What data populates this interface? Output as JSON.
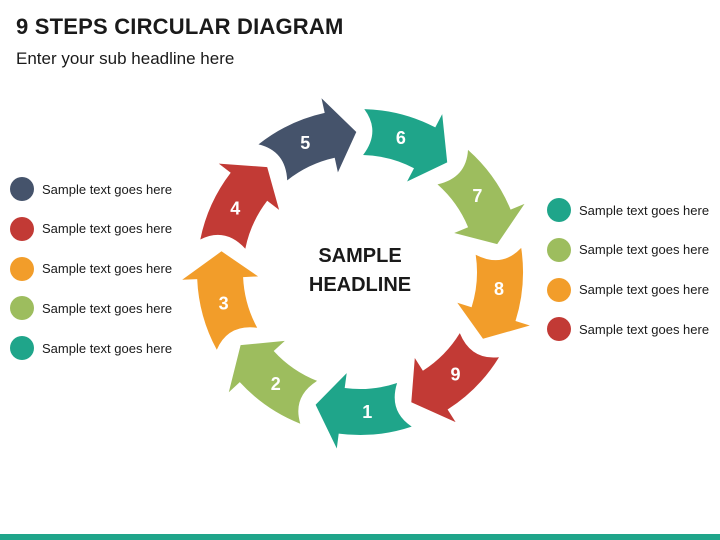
{
  "header": {
    "title": "9 STEPS CIRCULAR DIAGRAM",
    "subtitle": "Enter your sub headline here"
  },
  "diagram": {
    "center_line1": "SAMPLE",
    "center_line2": "HEADLINE",
    "steps": [
      {
        "label": "1",
        "color": "#1fa58a"
      },
      {
        "label": "2",
        "color": "#9dbd5e"
      },
      {
        "label": "3",
        "color": "#f29d2a"
      },
      {
        "label": "4",
        "color": "#c23a35"
      },
      {
        "label": "5",
        "color": "#45536b"
      },
      {
        "label": "6",
        "color": "#1fa58a"
      },
      {
        "label": "7",
        "color": "#9dbd5e"
      },
      {
        "label": "8",
        "color": "#f29d2a"
      },
      {
        "label": "9",
        "color": "#c23a35"
      }
    ]
  },
  "legend_left": [
    {
      "text": "Sample text goes here",
      "color": "#45536b"
    },
    {
      "text": "Sample text goes here",
      "color": "#c23a35"
    },
    {
      "text": "Sample text goes here",
      "color": "#f29d2a"
    },
    {
      "text": "Sample text goes here",
      "color": "#9dbd5e"
    },
    {
      "text": "Sample text goes here",
      "color": "#1fa58a"
    }
  ],
  "legend_right": [
    {
      "text": "Sample text goes here",
      "color": "#1fa58a"
    },
    {
      "text": "Sample text goes here",
      "color": "#9dbd5e"
    },
    {
      "text": "Sample text goes here",
      "color": "#f29d2a"
    },
    {
      "text": "Sample text goes here",
      "color": "#c23a35"
    }
  ],
  "accent_bar_color": "#1fa58a"
}
